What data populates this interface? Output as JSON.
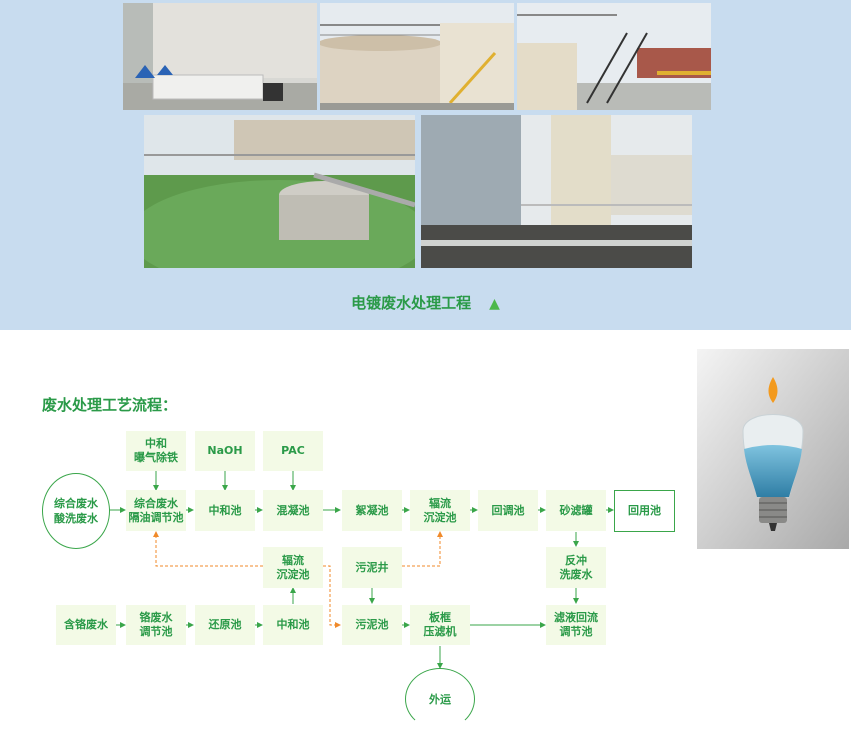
{
  "colors": {
    "band": "#c8dcef",
    "green": "#2a9a48",
    "arrow": "#3aa64a",
    "dashed": "#f08a2a",
    "box": "#f3fae6"
  },
  "caption": {
    "text": "电镀废水处理工程",
    "marker": "▲"
  },
  "process": {
    "title": "废水处理工艺流程：",
    "nodes": {
      "in_mixed": "综合废水\n酸洗废水",
      "neutralize_aerate": "中和\n曝气除铁",
      "naoh": "NaOH",
      "pac": "PAC",
      "mixed_oil_tank": "综合废水\n隔油调节池",
      "neutral_1": "中和池",
      "coag": "混凝池",
      "floc": "絮凝池",
      "rad_settle_1": "辐流\n沉淀池",
      "return_adj": "回调池",
      "sand_filter": "砂滤罐",
      "reuse": "回用池",
      "rad_settle_2": "辐流\n沉淀池",
      "sludge_well": "污泥井",
      "backwash": "反冲\n洗废水",
      "cr_in": "含铬废水",
      "cr_adj": "铬废水\n调节池",
      "reduce": "还原池",
      "neutral_2": "中和池",
      "sludge_tank": "污泥池",
      "filter_press": "板框\n压滤机",
      "filtrate_adj": "滤液回流\n调节池",
      "out": "外运"
    }
  },
  "icons": [
    "treatment-plant-photo",
    "sedimentation-tank-photo",
    "bulb-water-icon"
  ]
}
